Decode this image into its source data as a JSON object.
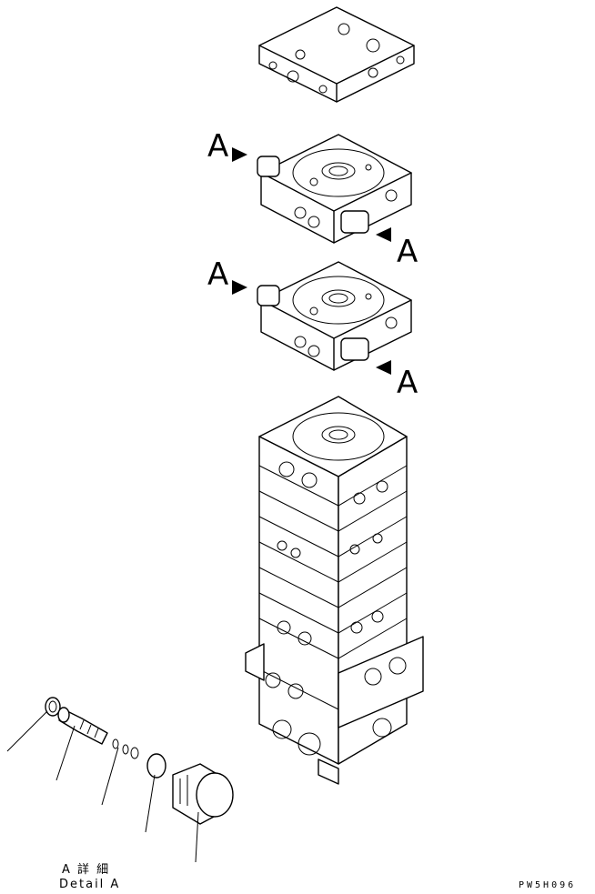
{
  "callouts": {
    "view_label": "A"
  },
  "detail": {
    "title_jp": "A 詳 細",
    "title_en": "Detail A"
  },
  "drawing_code": "PW5H096",
  "colors": {
    "line": "#000000",
    "background": "#ffffff"
  }
}
